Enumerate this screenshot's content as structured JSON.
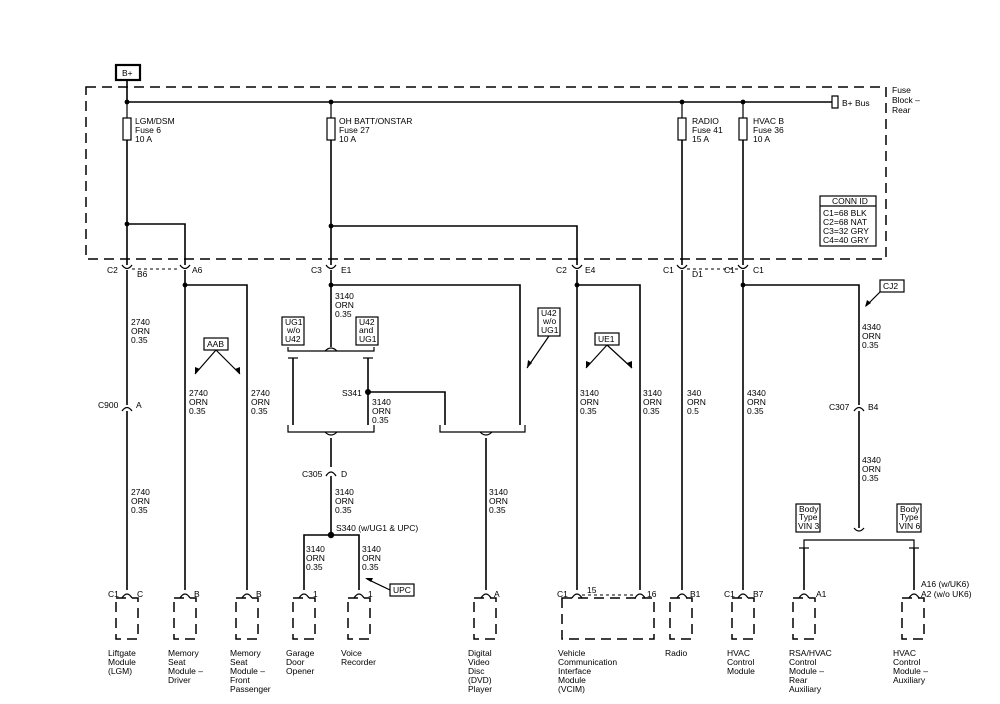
{
  "power": {
    "bplus": "B+",
    "bus": "B+ Bus",
    "block_line1": "Fuse",
    "block_line2": "Block –",
    "block_line3": "Rear"
  },
  "fuses": [
    {
      "name": "LGM/DSM",
      "number": "Fuse 6",
      "rating": "10 A"
    },
    {
      "name": "OH BATT/ONSTAR",
      "number": "Fuse 27",
      "rating": "10 A"
    },
    {
      "name": "RADIO",
      "number": "Fuse 41",
      "rating": "15 A"
    },
    {
      "name": "HVAC B",
      "number": "Fuse 36",
      "rating": "10 A"
    }
  ],
  "conn_id": {
    "title": "CONN ID",
    "rows": [
      "C1=68 BLK",
      "C2=68 NAT",
      "C3=32 GRY",
      "C4=40 GRY"
    ]
  },
  "connectors": {
    "c2": "C2",
    "b6": "B6",
    "a6": "A6",
    "c3": "C3",
    "e1": "E1",
    "c2b": "C2",
    "e4": "E4",
    "c1a": "C1",
    "d1": "D1",
    "c1b": "C1",
    "c1c": "C1",
    "c900": "C900",
    "a": "A",
    "c305": "C305",
    "d": "D",
    "c307": "C307",
    "b4": "B4"
  },
  "options": {
    "aab": "AAB",
    "ue1": "UE1",
    "cj2": "CJ2",
    "upc": "UPC"
  },
  "wires": {
    "w2740_num": "2740",
    "orn": "ORN",
    "g035": "0.35",
    "w3140_num": "3140",
    "w340_num": "340",
    "g05": "0.5",
    "w4340_num": "4340"
  },
  "option_boxes": {
    "ug1_wo_u42": [
      "UG1",
      "w/o",
      "U42"
    ],
    "u42_and_ug1": [
      "U42",
      "and",
      "UG1"
    ],
    "u42_wo_ug1": [
      "U42",
      "w/o",
      "UG1"
    ],
    "body_vin3": [
      "Body",
      "Type",
      "VIN 3"
    ],
    "body_vin6": [
      "Body",
      "Type",
      "VIN 6"
    ]
  },
  "splices": {
    "s341": "S341",
    "s340": "S340 (w/UG1 & UPC)"
  },
  "pins": {
    "lgm_c1": "C1",
    "lgm_c": "C",
    "msd_b": "B",
    "msf_b": "B",
    "gdo_1": "1",
    "vr_1": "1",
    "dvd_a": "A",
    "vcim_c1": "C1",
    "vcim_15": "15",
    "vcim_16": "16",
    "radio_b1": "B1",
    "hvac_c1": "C1",
    "hvac_b7": "B7",
    "rsa_a1": "A1",
    "aux_a16": "A16 (w/UK6)",
    "aux_a2": "A2 (w/o UK6)"
  },
  "components": {
    "lgm": [
      "Liftgate",
      "Module",
      "(LGM)"
    ],
    "msd": [
      "Memory",
      "Seat",
      "Module –",
      "Driver"
    ],
    "msf": [
      "Memory",
      "Seat",
      "Module –",
      "Front",
      "Passenger"
    ],
    "gdo": [
      "Garage",
      "Door",
      "Opener"
    ],
    "vr": [
      "Voice",
      "Recorder"
    ],
    "dvd": [
      "Digital",
      "Video",
      "Disc",
      "(DVD)",
      "Player"
    ],
    "vcim": [
      "Vehicle",
      "Communication",
      "Interface",
      "Module",
      "(VCIM)"
    ],
    "radio": [
      "Radio"
    ],
    "hvac": [
      "HVAC",
      "Control",
      "Module"
    ],
    "rsa": [
      "RSA/HVAC",
      "Control",
      "Module –",
      "Rear",
      "Auxiliary"
    ],
    "aux": [
      "HVAC",
      "Control",
      "Module –",
      "Auxiliary"
    ]
  }
}
